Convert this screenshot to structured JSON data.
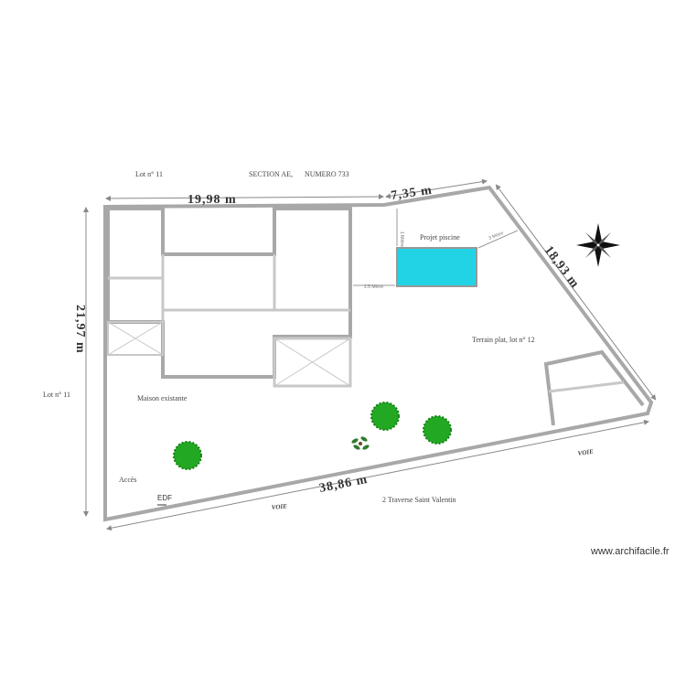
{
  "header": {
    "lot_top": "Lot n° 11",
    "section": "SECTION AE,",
    "numero": "NUMERO 733"
  },
  "dimensions": {
    "top_left": "19,98 m",
    "top_right": "7,35 m",
    "right": "18,93 m",
    "left": "21,97 m",
    "bottom": "38,86 m"
  },
  "pool": {
    "label": "Projet piscine",
    "color": "#22d3e6",
    "dist_left": "2.5 Mètre",
    "dist_top": "1 Mètre",
    "dist_right": "3 Mètre"
  },
  "labels": {
    "lot_left": "Lot n° 11",
    "maison": "Maison existante",
    "terrain": "Terrain plat, lot n° 12",
    "acces": "Accès",
    "edf": "EDF",
    "voie_bottom": "VOIE",
    "voie_right": "VOIE",
    "address": "2 Traverse Saint Valentin"
  },
  "watermark": "www.archifacile.fr",
  "colors": {
    "wall": "#a8a8a8",
    "wall_light": "#c8c8c8",
    "tree": "#22a822",
    "dim_line": "#888888"
  }
}
